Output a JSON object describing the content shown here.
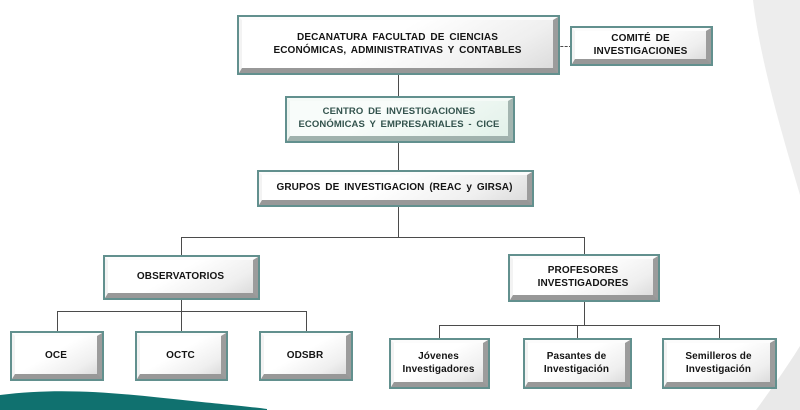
{
  "diagram": {
    "type": "org-chart",
    "nodes": {
      "decanatura": {
        "lines": [
          "DECANATURA FACULTAD DE CIENCIAS",
          "ECONÓMICAS, ADMINISTRATIVAS  Y CONTABLES"
        ]
      },
      "comite": {
        "lines": [
          "COMITÉ DE",
          "INVESTIGACIONES"
        ]
      },
      "cice": {
        "lines": [
          "CENTRO DE INVESTIGACIONES",
          "ECONÓMICAS Y EMPRESARIALES  - CICE"
        ]
      },
      "grupos": {
        "lines": [
          "GRUPOS DE INVESTIGACION (REAC y GIRSA)"
        ]
      },
      "observatorios": {
        "lines": [
          "OBSERVATORIOS"
        ]
      },
      "profesores": {
        "lines": [
          "PROFESORES",
          "INVESTIGADORES"
        ]
      },
      "oce": {
        "lines": [
          "OCE"
        ]
      },
      "octc": {
        "lines": [
          "OCTC"
        ]
      },
      "odsbr": {
        "lines": [
          "ODSBR"
        ]
      },
      "jovenes": {
        "lines": [
          "Jóvenes",
          "Investigadores"
        ]
      },
      "pasantes": {
        "lines": [
          "Pasantes de",
          "Investigación"
        ]
      },
      "semilleros": {
        "lines": [
          "Semilleros de",
          "Investigación"
        ]
      }
    },
    "edges": [
      {
        "from": "decanatura",
        "to": "comite",
        "style": "dashed"
      },
      {
        "from": "decanatura",
        "to": "cice",
        "style": "solid"
      },
      {
        "from": "cice",
        "to": "grupos",
        "style": "solid"
      },
      {
        "from": "grupos",
        "to": "observatorios",
        "style": "solid"
      },
      {
        "from": "grupos",
        "to": "profesores",
        "style": "solid"
      },
      {
        "from": "observatorios",
        "to": "oce",
        "style": "solid"
      },
      {
        "from": "observatorios",
        "to": "octc",
        "style": "solid"
      },
      {
        "from": "observatorios",
        "to": "odsbr",
        "style": "solid"
      },
      {
        "from": "profesores",
        "to": "jovenes",
        "style": "solid"
      },
      {
        "from": "profesores",
        "to": "pasantes",
        "style": "solid"
      },
      {
        "from": "profesores",
        "to": "semilleros",
        "style": "solid"
      }
    ],
    "colors": {
      "box_border_teal": "#62908e",
      "connector_gray": "#4b4b4b",
      "cice_background": "#e8f3ee",
      "cice_text": "#33534d",
      "wave_teal": "#10716f",
      "corner_curve_gray": "#ededed"
    }
  }
}
